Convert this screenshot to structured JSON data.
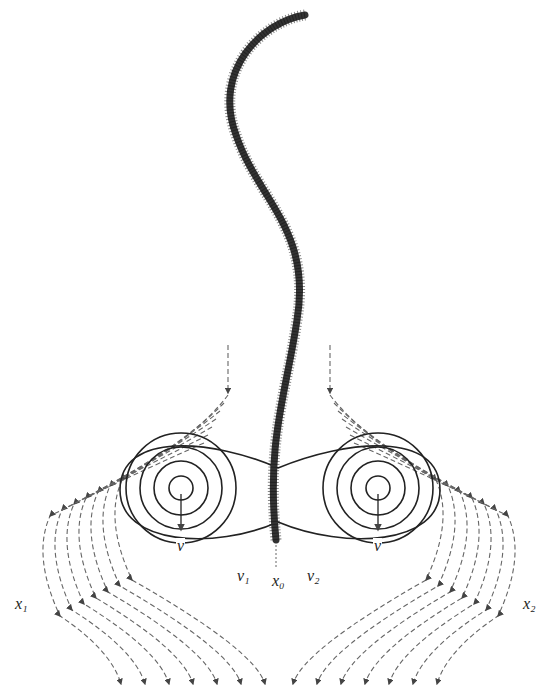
{
  "diagram": {
    "labels": [
      "x₁",
      "x₂",
      "x₀",
      "v₁",
      "v₂",
      "v",
      "v"
    ]
  }
}
